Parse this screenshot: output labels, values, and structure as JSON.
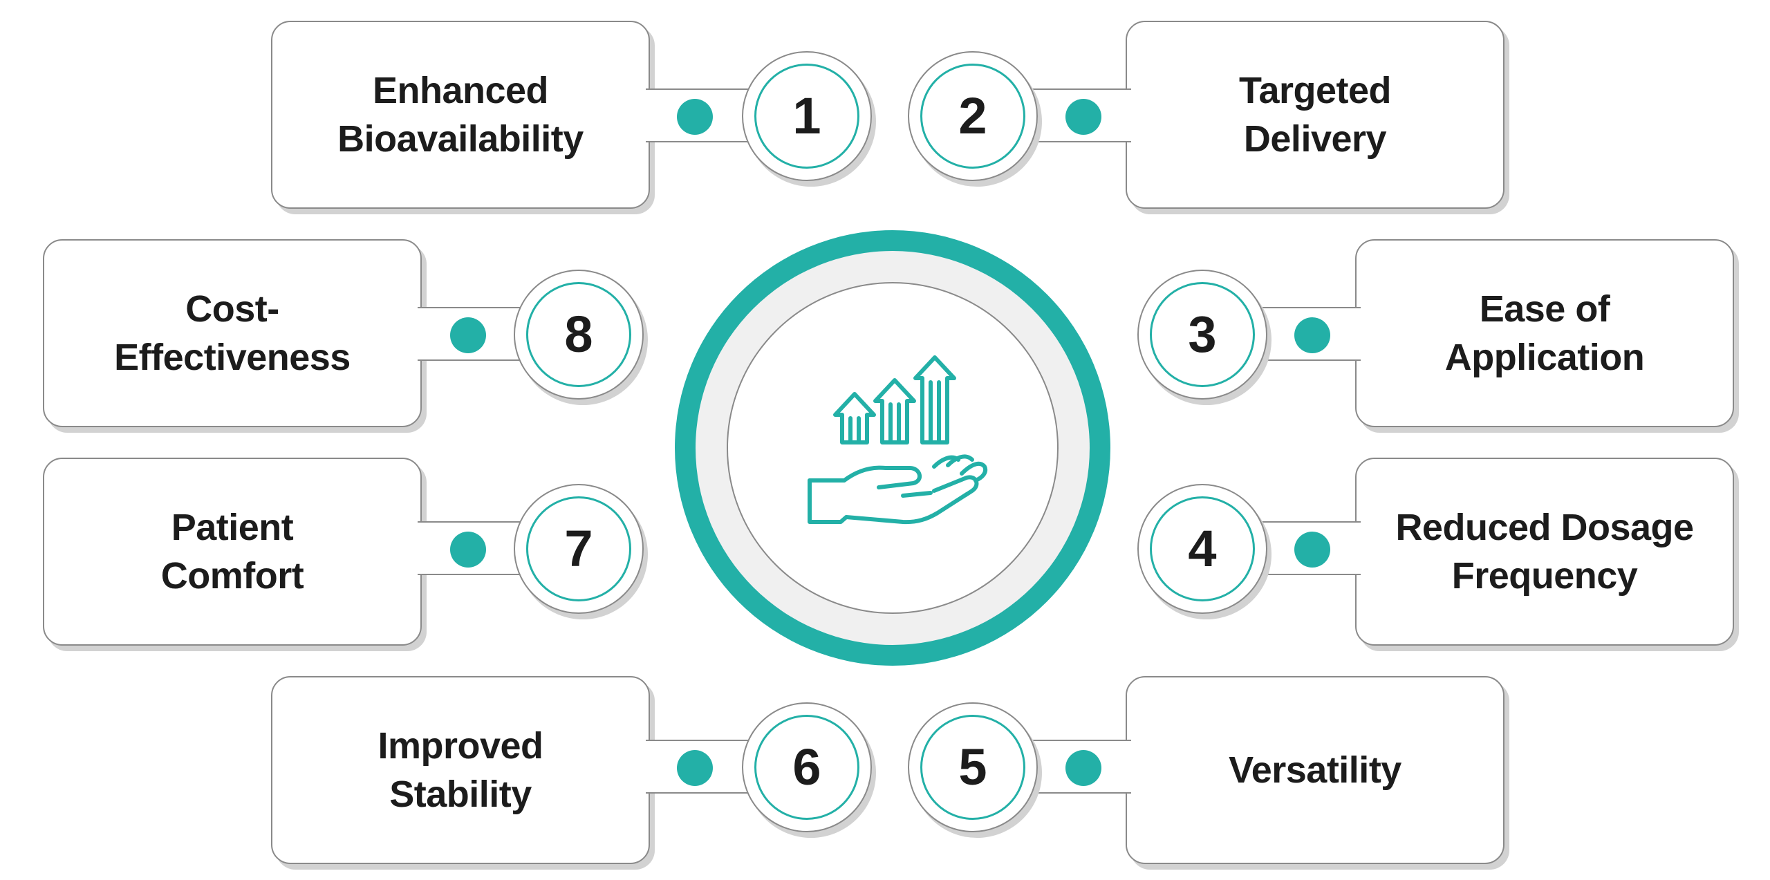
{
  "center_icon": "hand-with-rising-arrows-icon",
  "colors": {
    "accent": "#23b0a7",
    "ring_band": "#f0f0f0",
    "card_border": "#8a8a8a",
    "shadow": "#d2d2d2",
    "text": "#1c1c1c"
  },
  "items": [
    {
      "number": "1",
      "lines": [
        "Enhanced",
        "Bioavailability"
      ]
    },
    {
      "number": "2",
      "lines": [
        "Targeted",
        "Delivery"
      ]
    },
    {
      "number": "3",
      "lines": [
        "Ease of",
        "Application"
      ]
    },
    {
      "number": "4",
      "lines": [
        "Reduced Dosage",
        "Frequency"
      ]
    },
    {
      "number": "5",
      "lines": [
        "Versatility"
      ]
    },
    {
      "number": "6",
      "lines": [
        "Improved",
        "Stability"
      ]
    },
    {
      "number": "7",
      "lines": [
        "Patient",
        "Comfort"
      ]
    },
    {
      "number": "8",
      "lines": [
        "Cost-",
        "Effectiveness"
      ]
    }
  ]
}
